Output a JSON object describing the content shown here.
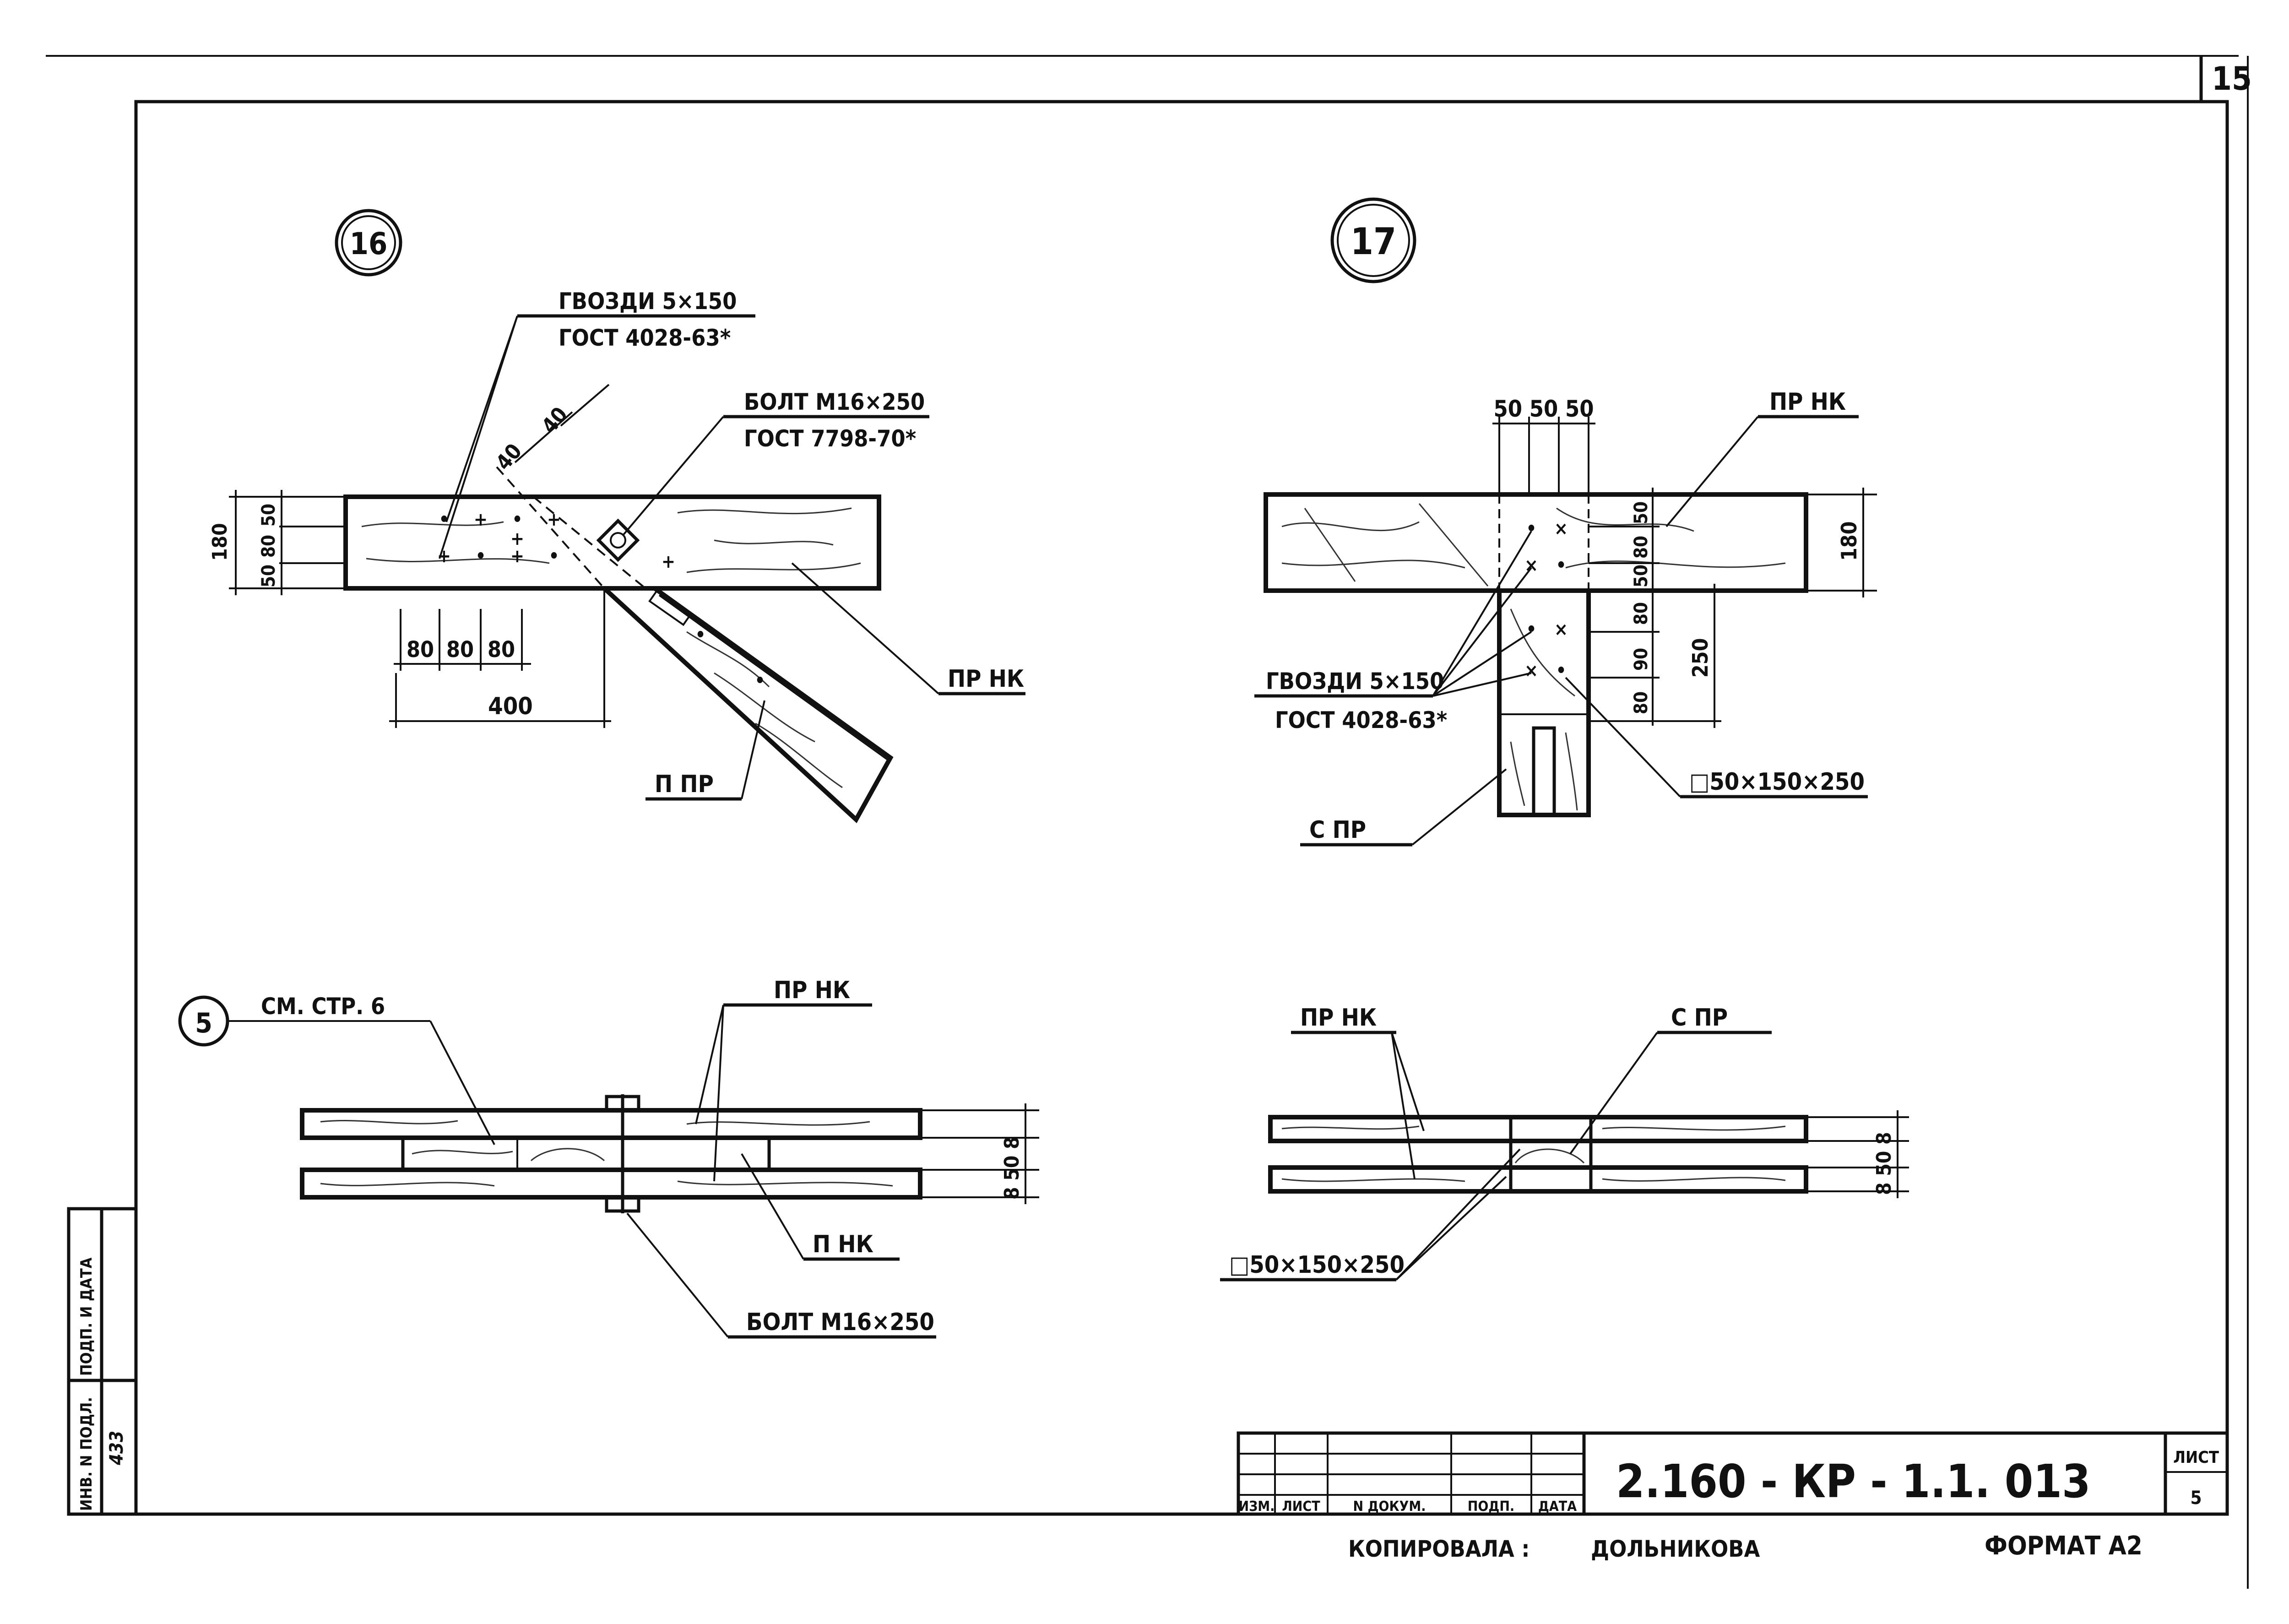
{
  "sheet": {
    "sheet_number": "15",
    "drawing_code": "2.160 - КР - 1.1. 013",
    "format_label": "ФОРМАТ А2",
    "copied_label": "КОПИРОВАЛА :",
    "copied_name": "ДОЛЬНИКОВА",
    "stamp_sheet_header": "ЛИСТ",
    "stamp_sheet_value": "5",
    "stamp_headers": [
      "ИЗМ.",
      "ЛИСТ",
      "N ДОКУМ.",
      "ПОДП.",
      "ДАТА"
    ],
    "side_stamp": {
      "inv_label": "ИНВ. N ПОДЛ.",
      "sign_label": "ПОДП. И ДАТА",
      "inv_value": "433"
    }
  },
  "detail16": {
    "number": "16",
    "nails_label": "ГВОЗДИ 5×150",
    "nails_std": "ГОСТ 4028-63*",
    "bolt_label": "БОЛТ М16×250",
    "bolt_std": "ГОСТ 7798-70*",
    "dim_40a": "40",
    "dim_40b": "40",
    "dim_height": "180",
    "dim_50a": "50",
    "dim_80": "80",
    "dim_50b": "50",
    "dim_h80a": "80",
    "dim_h80b": "80",
    "dim_h80c": "80",
    "dim_400": "400",
    "label_beam": "ПР НК",
    "label_strut": "П ПР"
  },
  "detail17": {
    "number": "17",
    "top_dims": "50 50 50",
    "label_beam": "ПР НК",
    "dim_180": "180",
    "nails_label": "ГВОЗДИ 5×150",
    "nails_std": "ГОСТ 4028-63*",
    "v_dims": [
      "50",
      "80",
      "50",
      "80",
      "90",
      "80"
    ],
    "dim_250": "250",
    "pad_label": "□50×150×250",
    "post_label": "С ПР"
  },
  "section5": {
    "number": "5",
    "ref_label": "СМ. СТР. 6",
    "label_top": "ПР НК",
    "label_mid": "П НК",
    "bolt_label": "БОЛТ М16×250",
    "dims": "8 50 8"
  },
  "section17b": {
    "label_beam": "ПР НК",
    "label_post": "С ПР",
    "pad_label": "□50×150×250",
    "dims": "8 50 8"
  }
}
